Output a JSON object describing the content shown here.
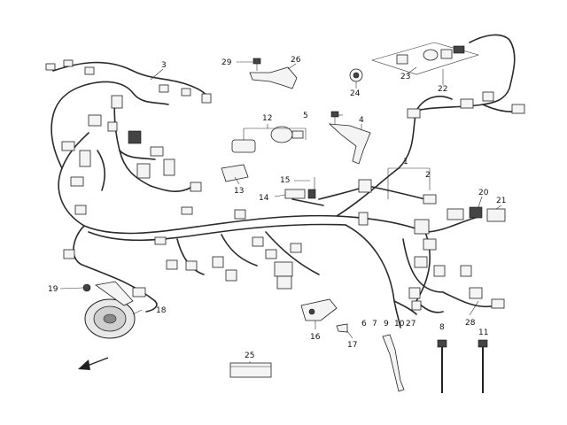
{
  "callouts": [
    {
      "id": "c1",
      "text": "1"
    },
    {
      "id": "c2",
      "text": "2"
    },
    {
      "id": "c3",
      "text": "3"
    },
    {
      "id": "c4",
      "text": "4"
    },
    {
      "id": "c5",
      "text": "5"
    },
    {
      "id": "c6",
      "text": "6"
    },
    {
      "id": "c7",
      "text": "7"
    },
    {
      "id": "c8",
      "text": "8"
    },
    {
      "id": "c9",
      "text": "9"
    },
    {
      "id": "c10",
      "text": "10"
    },
    {
      "id": "c11",
      "text": "11"
    },
    {
      "id": "c12",
      "text": "12"
    },
    {
      "id": "c13",
      "text": "13"
    },
    {
      "id": "c14",
      "text": "14"
    },
    {
      "id": "c15",
      "text": "15"
    },
    {
      "id": "c16",
      "text": "16"
    },
    {
      "id": "c17",
      "text": "17"
    },
    {
      "id": "c18",
      "text": "18"
    },
    {
      "id": "c19",
      "text": "19"
    },
    {
      "id": "c20",
      "text": "20"
    },
    {
      "id": "c21",
      "text": "21"
    },
    {
      "id": "c22",
      "text": "22"
    },
    {
      "id": "c23",
      "text": "23"
    },
    {
      "id": "c24",
      "text": "24"
    },
    {
      "id": "c25",
      "text": "25"
    },
    {
      "id": "c26",
      "text": "26"
    },
    {
      "id": "c27",
      "text": "27"
    },
    {
      "id": "c28",
      "text": "28"
    },
    {
      "id": "c29",
      "text": "29"
    }
  ],
  "colors": {
    "line": "#2a2a2a",
    "background": "#ffffff"
  }
}
